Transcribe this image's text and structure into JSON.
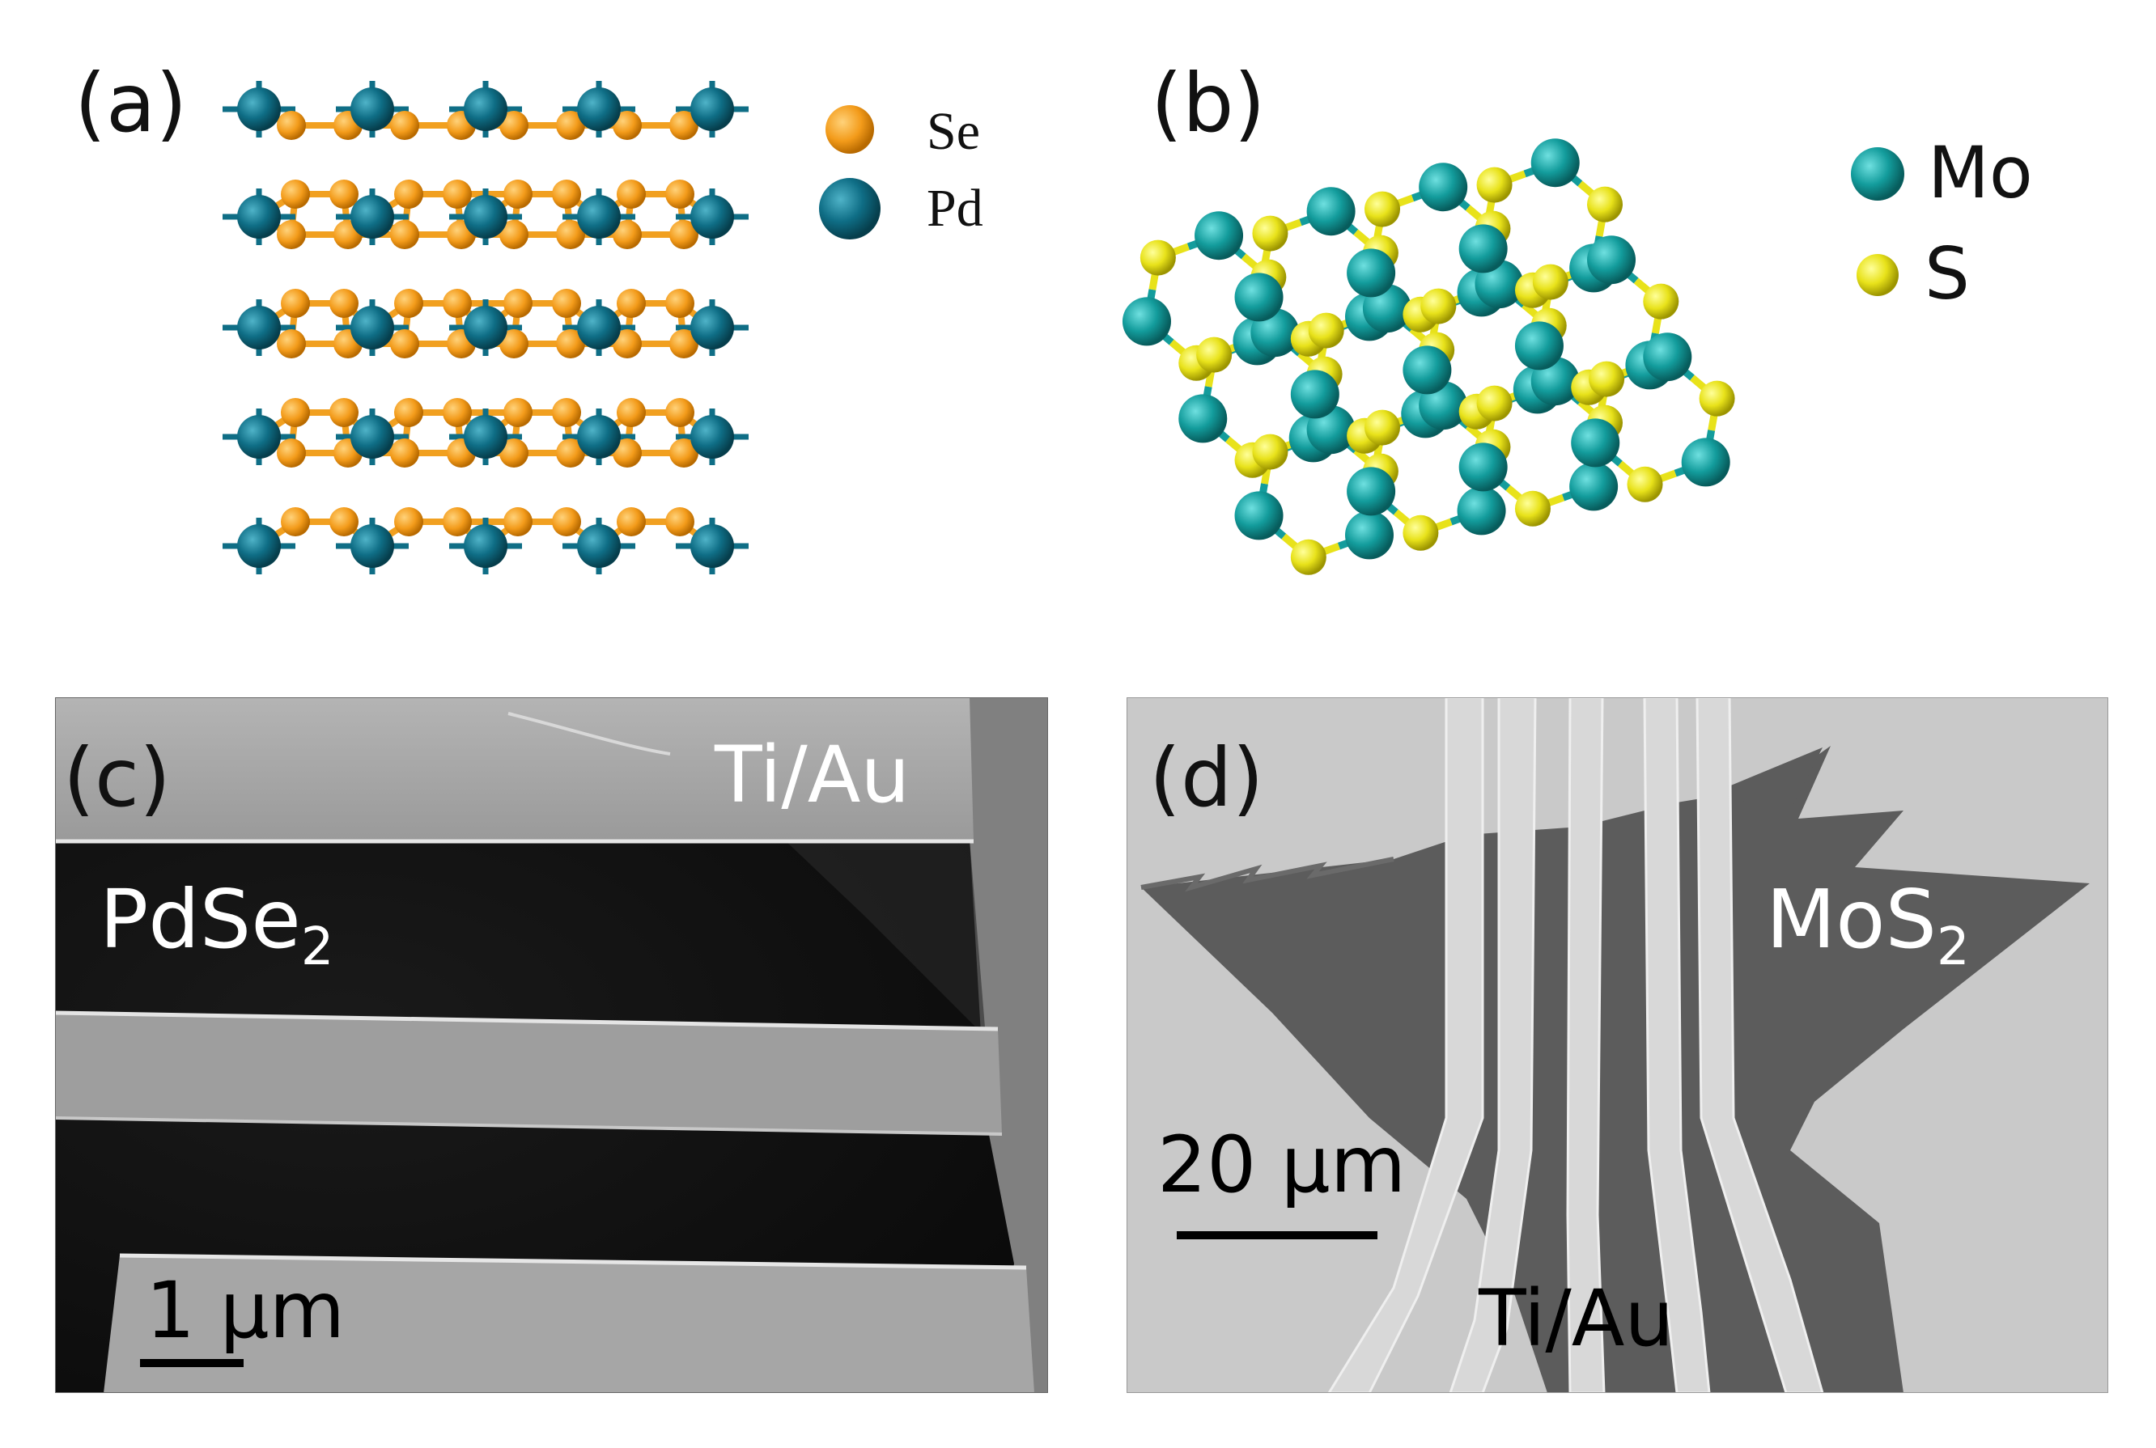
{
  "figure": {
    "panels": [
      {
        "id": "a",
        "label": "(a)",
        "legend": [
          {
            "element": "Se",
            "color": "#f1a020"
          },
          {
            "element": "Pd",
            "color": "#0f6e86"
          }
        ]
      },
      {
        "id": "b",
        "label": "(b)",
        "legend": [
          {
            "element": "Mo",
            "color": "#139c9c"
          },
          {
            "element": "S",
            "color": "#e8e21a"
          }
        ]
      },
      {
        "id": "c",
        "label": "(c)",
        "electrode_label": "Ti/Au",
        "material": "PdSe",
        "material_sub": "2",
        "scalebar_label": "1 µm"
      },
      {
        "id": "d",
        "label": "(d)",
        "electrode_label": "Ti/Au",
        "material": "MoS",
        "material_sub": "2",
        "scalebar_label": "20 µm"
      }
    ]
  }
}
